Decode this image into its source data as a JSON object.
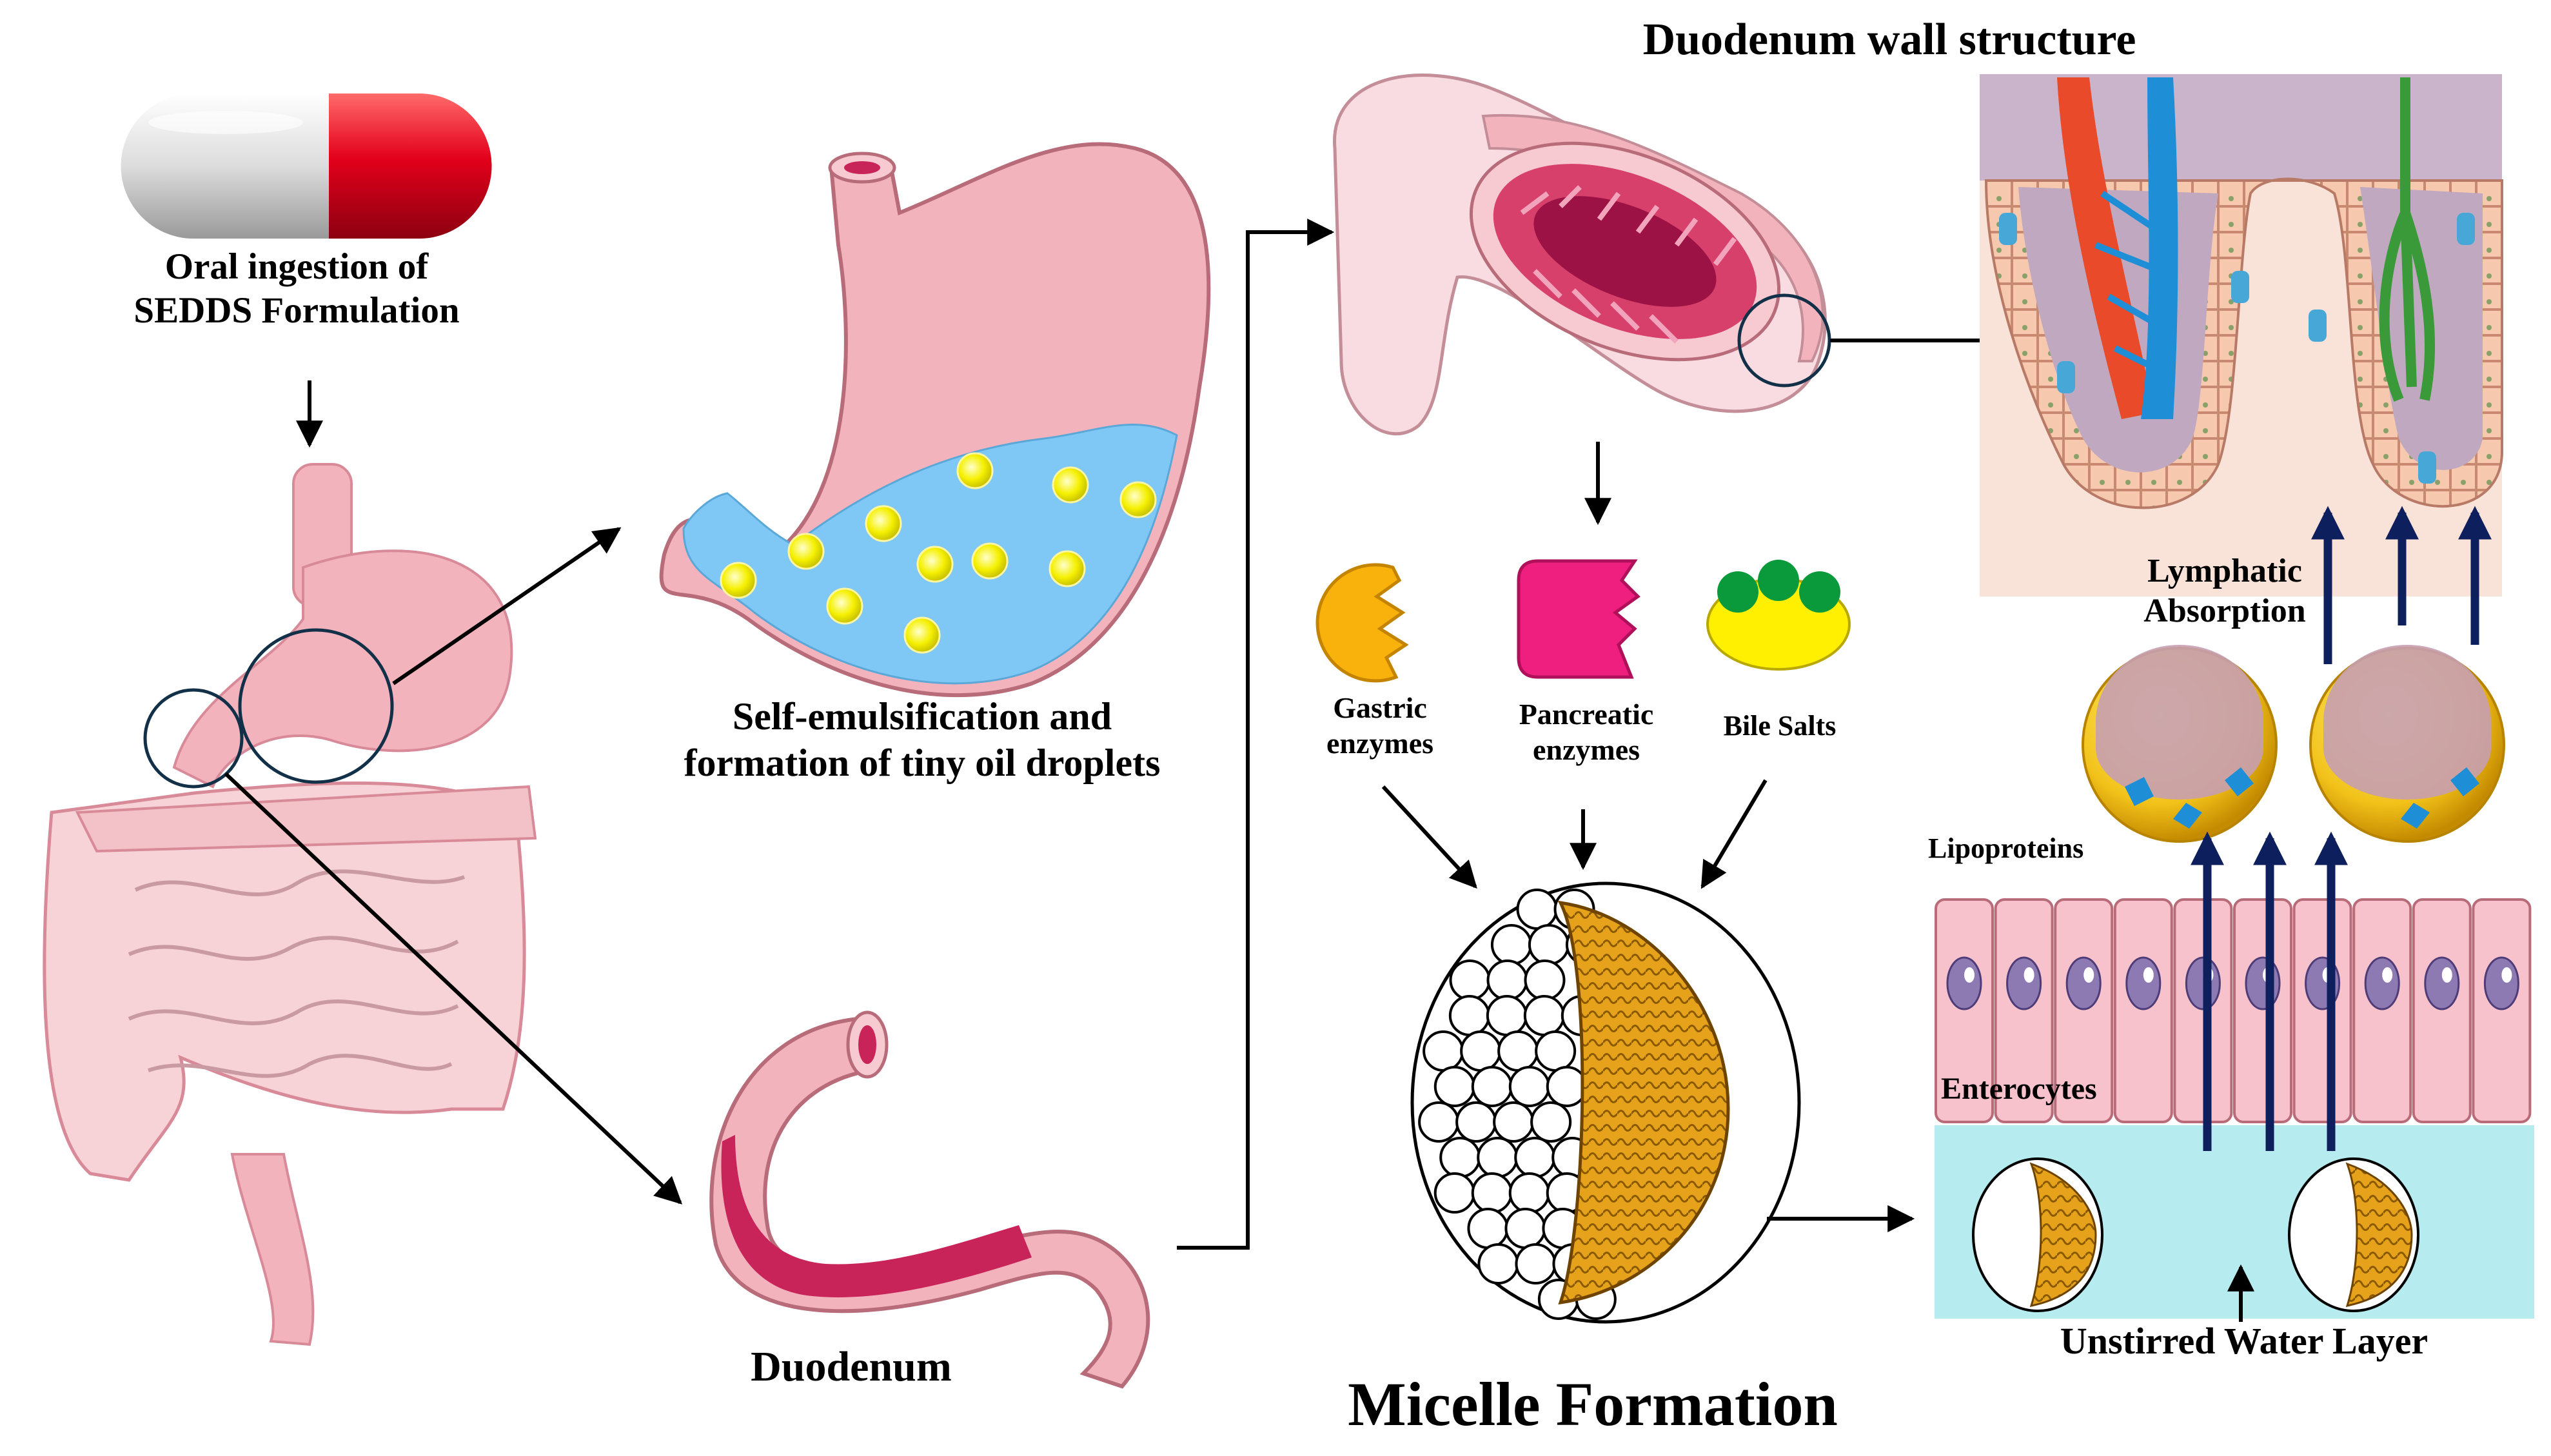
{
  "title": "Duodenum wall structure",
  "labels": {
    "oral_line1": "Oral ingestion of",
    "oral_line2": "SEDDS Formulation",
    "selfemul_line1": "Self-emulsification and",
    "selfemul_line2": "formation of tiny oil droplets",
    "duodenum": "Duodenum",
    "gastric_line1": "Gastric",
    "gastric_line2": "enzymes",
    "pancreatic_line1": "Pancreatic",
    "pancreatic_line2": "enzymes",
    "bile": "Bile Salts",
    "micelle_formation": "Micelle Formation",
    "lymphatic_line1": "Lymphatic",
    "lymphatic_line2": "Absorption",
    "lipoproteins": "Lipoproteins",
    "enterocytes": "Enterocytes",
    "unstirred": "Unstirred Water Layer"
  },
  "colors": {
    "tissue_pink": "#f2b3bd",
    "tissue_dark": "#c9245a",
    "fluid_blue": "#7fc8f5",
    "droplet_yellow": "#f5f000",
    "gastric_orange": "#f9b10c",
    "pancreatic_magenta": "#ef1f7f",
    "bile_yellow": "#ffef00",
    "bile_green": "#0a9a3c",
    "micelle_core": "#e6a21a",
    "arrow_navy": "#0d1f5c",
    "water_layer": "#b6ecf0",
    "villus_bg": "#f9e2d8",
    "capsule_red": "#e3001b"
  }
}
